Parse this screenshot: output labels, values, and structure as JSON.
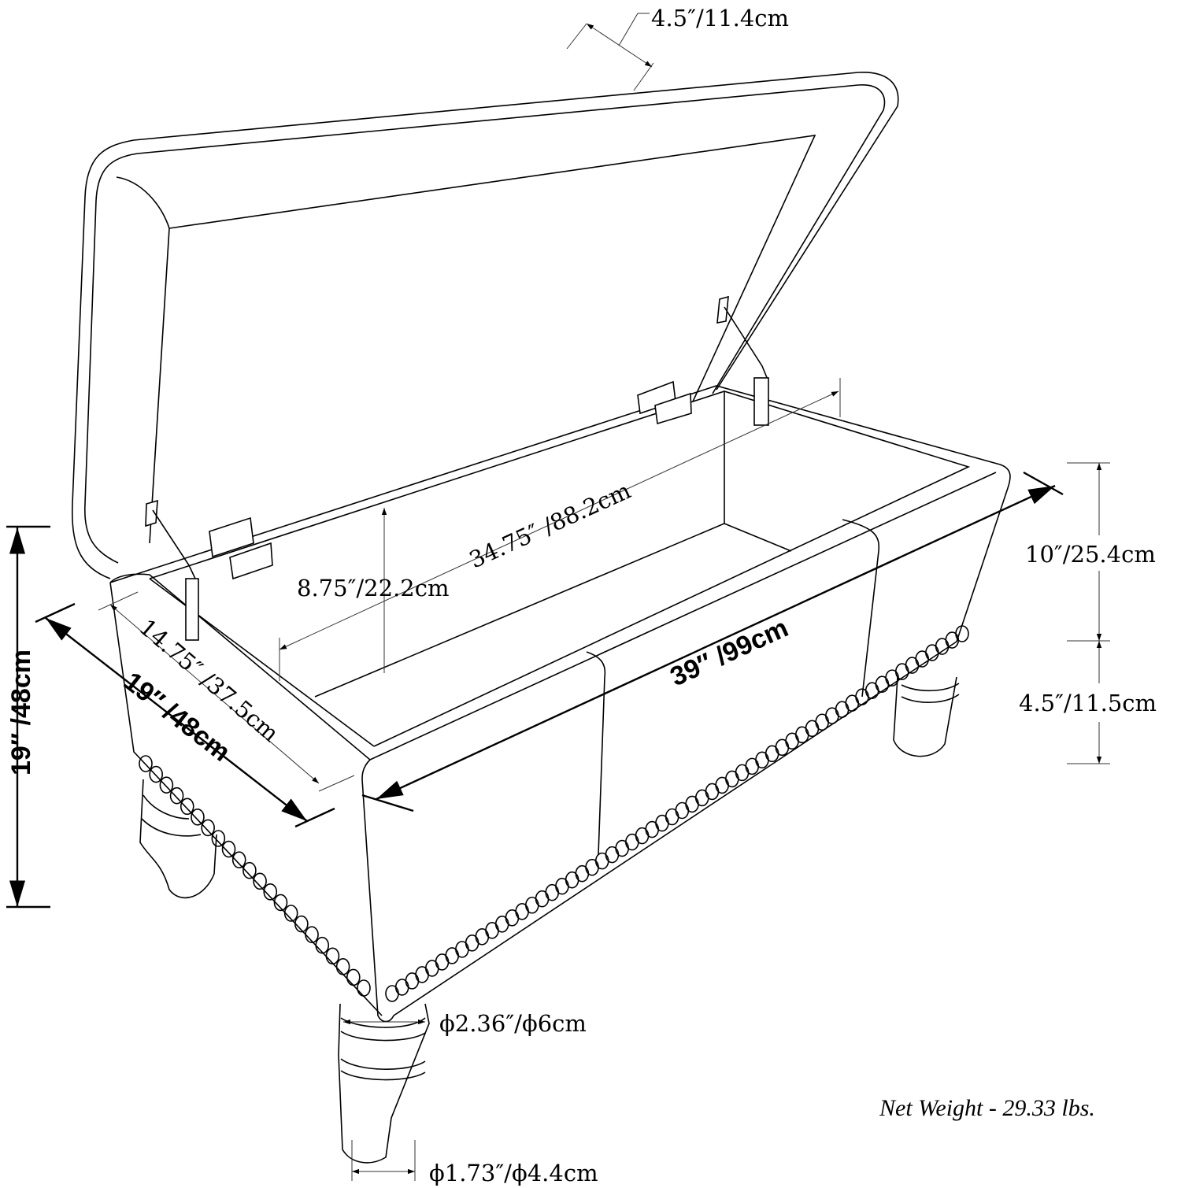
{
  "diagram": {
    "subject": "Upholstered storage bench with lift-top lid, nail-head trim and turned legs",
    "dimensions": {
      "lid_thickness": "4.5″/11.4cm",
      "interior_depth": "8.75″/22.2cm",
      "interior_length": "34.75″ /88.2cm",
      "interior_width": "14.75″ /37.5cm",
      "overall_width": "39″ /99cm",
      "overall_depth": "19″ /48cm",
      "overall_height": "19″ /48cm",
      "box_height": "10″/25.4cm",
      "leg_height": "4.5″/11.5cm",
      "leg_top_diameter": "ϕ2.36″/ϕ6cm",
      "leg_bottom_diameter": "ϕ1.73″/ϕ4.4cm"
    },
    "net_weight": "Net Weight - 29.33 lbs.",
    "colors": {
      "line": "#000000",
      "background": "#ffffff"
    }
  }
}
